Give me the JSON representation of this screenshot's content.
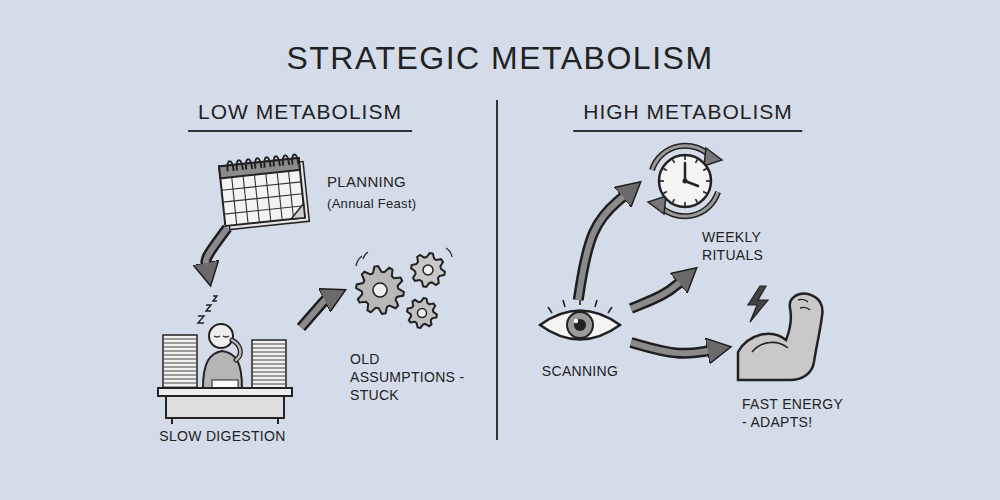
{
  "diagram": {
    "title": "STRATEGIC METABOLISM",
    "nodes": [
      {
        "text": [
          "PLANNING",
          "(Annual Feast)"
        ]
      },
      {
        "text": [
          "SLOW DIGESTION"
        ]
      },
      {
        "text": [
          "OLD ASSUMPTIONS - STUCK"
        ]
      },
      {
        "text": [
          "SCANNING"
        ]
      },
      {
        "text": [
          "WEEKLY RITUALS"
        ]
      },
      {
        "text": [
          "FAST ENERGY - ADAPTS!"
        ]
      }
    ],
    "edges": [
      {
        "from": 0,
        "to": 1,
        "arrow": "to"
      },
      {
        "from": 1,
        "to": 2,
        "arrow": "to"
      },
      {
        "from": 3,
        "to": 4,
        "arrow": "to"
      },
      {
        "from": 3,
        "to": 4,
        "arrow": "to"
      },
      {
        "from": 3,
        "to": 5,
        "arrow": "to"
      }
    ],
    "labels": [
      "LOW METABOLISM",
      "HIGH METABOLISM"
    ]
  }
}
